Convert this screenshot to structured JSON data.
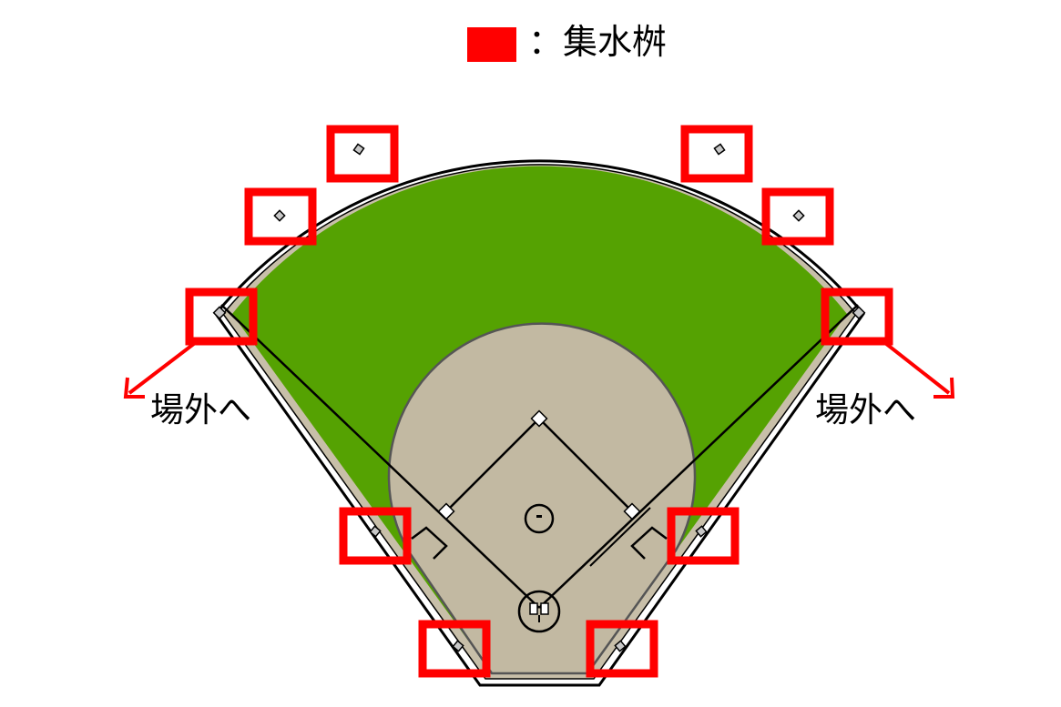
{
  "legend": {
    "swatch_color": "#ff0000",
    "label": "：集水桝"
  },
  "labels": {
    "offsite_left": "場外へ",
    "offsite_right": "場外へ"
  },
  "colors": {
    "outfield_grass": "#55a202",
    "infield_dirt": "#c2b9a2",
    "warning_track": "#c8bfa9",
    "outline": "#000000",
    "marker": "#ff0000",
    "arrow": "#ff0000"
  },
  "catch_basins": [
    {
      "name": "catch-basin-left-center"
    },
    {
      "name": "catch-basin-right-center"
    },
    {
      "name": "catch-basin-left-field"
    },
    {
      "name": "catch-basin-right-field"
    },
    {
      "name": "catch-basin-left-corner"
    },
    {
      "name": "catch-basin-right-corner"
    },
    {
      "name": "catch-basin-left-infield"
    },
    {
      "name": "catch-basin-right-infield"
    },
    {
      "name": "catch-basin-left-home"
    },
    {
      "name": "catch-basin-right-home"
    }
  ]
}
